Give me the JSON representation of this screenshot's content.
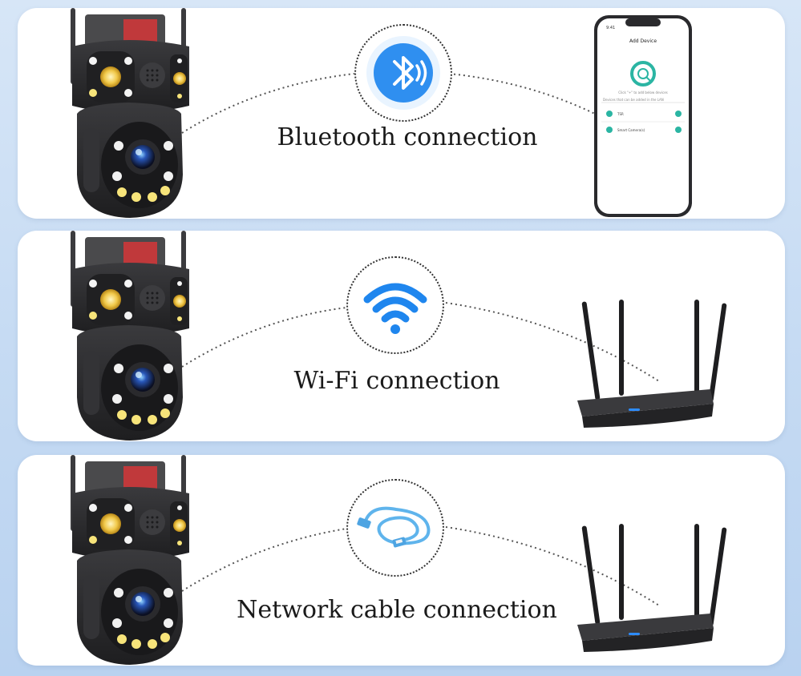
{
  "panels": [
    {
      "caption": "Bluetooth connection",
      "icon": "bluetooth-icon",
      "device": "smartphone"
    },
    {
      "caption": "Wi-Fi connection",
      "icon": "wifi-icon",
      "device": "router"
    },
    {
      "caption": "Network cable connection",
      "icon": "ethernet-cable-icon",
      "device": "router"
    }
  ],
  "phone": {
    "status_time": "9:41",
    "title": "Add Device",
    "hint": "Click \"+\" to add below devices",
    "list_header": "Devices that can be added in the LAN",
    "items": [
      "TSR",
      "Smart Camera(s)"
    ]
  },
  "colors": {
    "bluetooth": "#2f8ff0",
    "wifi": "#1f86ee",
    "cable": "#5fb4ec",
    "phone_accent": "#2bb5a3",
    "camera_body": "#2b2b2d"
  }
}
